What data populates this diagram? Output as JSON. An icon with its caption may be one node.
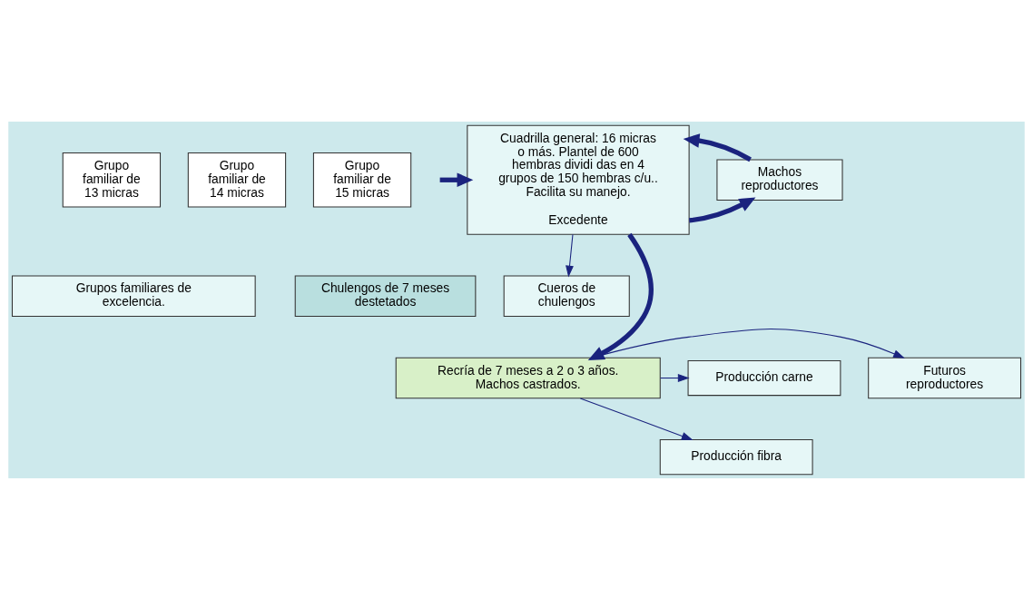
{
  "diagram": {
    "nodes": [
      {
        "text": [
          "Grupo familiar de 13 micras"
        ]
      },
      {
        "text": [
          "Grupo familiar de 14 micras"
        ]
      },
      {
        "text": [
          "Grupo familiar de 15 micras"
        ]
      },
      {
        "text": [
          "Cuadrilla general: 16 micras o más. Plantel de 600 hembras dividi das en 4 grupos de 150 hembras c/u.. Facilita su manejo.",
          "Excedente"
        ]
      },
      {
        "text": [
          "Machos reproductores"
        ]
      },
      {
        "text": [
          "Grupos familiares de excelencia."
        ]
      },
      {
        "text": [
          "Chulengos de 7 meses destetados"
        ]
      },
      {
        "text": [
          "Cueros de chulengos"
        ]
      },
      {
        "text": [
          "Futuros reproductores"
        ]
      },
      {
        "text": [
          "Recría de 7 meses a 2 o 3 años. Machos castrados."
        ]
      },
      {
        "text": [
          "Producción fibra"
        ]
      },
      {
        "text": [
          "Producción carne"
        ]
      }
    ],
    "edges": [
      {
        "from": null,
        "to": 3,
        "arrow": "to",
        "style": "thick"
      },
      {
        "from": 3,
        "to": 4,
        "arrow": "to",
        "style": "thick"
      },
      {
        "from": 4,
        "to": 3,
        "arrow": "to",
        "style": "thick"
      },
      {
        "from": 3,
        "to": 9,
        "arrow": "to",
        "style": "thick"
      },
      {
        "from": 3,
        "to": 7,
        "arrow": "to"
      },
      {
        "from": 9,
        "to": 8,
        "arrow": "to"
      },
      {
        "from": 9,
        "to": 10,
        "arrow": "to"
      },
      {
        "from": 9,
        "to": 11,
        "arrow": "to"
      }
    ]
  }
}
